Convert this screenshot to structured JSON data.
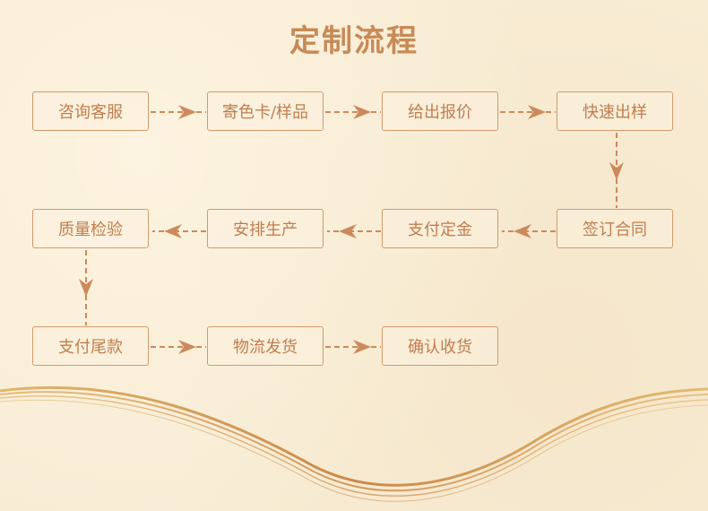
{
  "title": "定制流程",
  "steps": [
    "咨询客服",
    "寄色卡/样品",
    "给出报价",
    "快速出样",
    "签订合同",
    "支付定金",
    "安排生产",
    "质量检验",
    "支付尾款",
    "物流发货",
    "确认收货"
  ],
  "colors": {
    "accent": "#c88a56",
    "box_border": "#d29a6c",
    "text": "#c07e4e",
    "arrow": "#cc8a5c",
    "background": "#f8ecd4",
    "wave_gold": "#d9a65a"
  }
}
